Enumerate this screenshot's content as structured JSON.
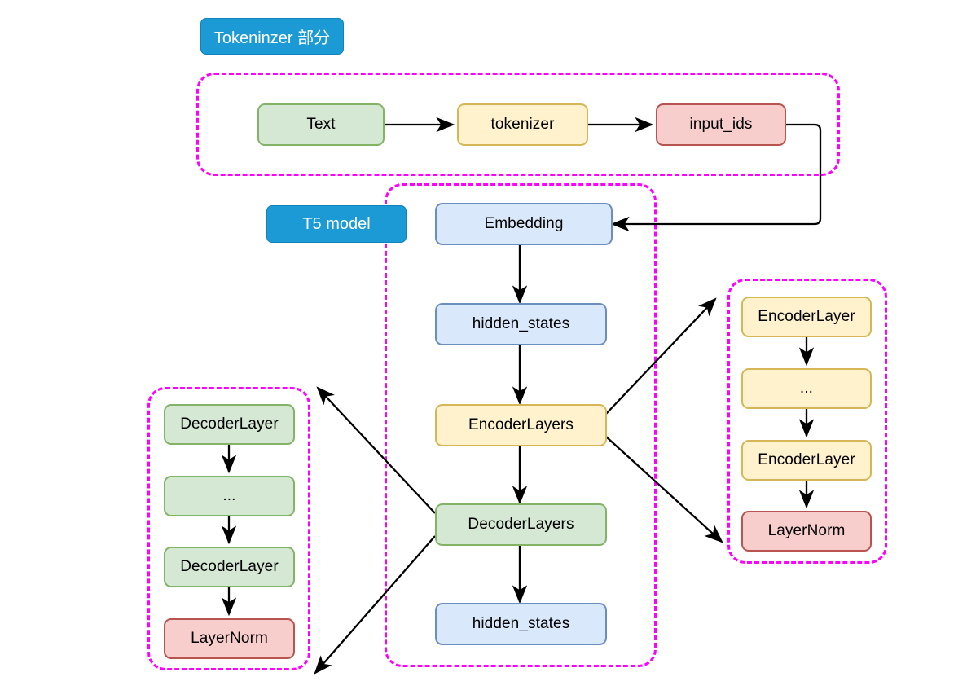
{
  "diagram": {
    "title_badges": [
      {
        "id": "tokenizer-section",
        "label": "Tokeninzer 部分"
      },
      {
        "id": "t5-model-section",
        "label": "T5 model"
      }
    ],
    "groups": [
      {
        "id": "tokenizer-group",
        "name": "tokenizer-group"
      },
      {
        "id": "t5-model-group",
        "name": "t5-model-group"
      },
      {
        "id": "encoder-stack-group",
        "name": "encoder-stack-group"
      },
      {
        "id": "decoder-stack-group",
        "name": "decoder-stack-group"
      }
    ],
    "nodes": {
      "text": "Text",
      "tokenizer": "tokenizer",
      "input_ids": "input_ids",
      "embedding": "Embedding",
      "hidden_states_top": "hidden_states",
      "encoder_layers": "EncoderLayers",
      "decoder_layers": "DecoderLayers",
      "hidden_states_bottom": "hidden_states",
      "encoder_layer_first": "EncoderLayer",
      "encoder_ellipsis": "...",
      "encoder_layer_last": "EncoderLayer",
      "encoder_layernorm": "LayerNorm",
      "decoder_layer_first": "DecoderLayer",
      "decoder_ellipsis": "...",
      "decoder_layer_last": "DecoderLayer",
      "decoder_layernorm": "LayerNorm"
    },
    "colors": {
      "green_fill": "#d5e8d4",
      "green_border": "#82b366",
      "yellow_fill": "#fff2cc",
      "yellow_border": "#d6b656",
      "red_fill": "#f8cecc",
      "red_border": "#b85450",
      "blue_fill": "#dae8fc",
      "blue_border": "#6c8ebf",
      "badge_fill": "#1c9ad6",
      "badge_text": "#ffffff",
      "group_border": "#ff00ff",
      "edge": "#000000",
      "background": "#ffffff"
    }
  }
}
